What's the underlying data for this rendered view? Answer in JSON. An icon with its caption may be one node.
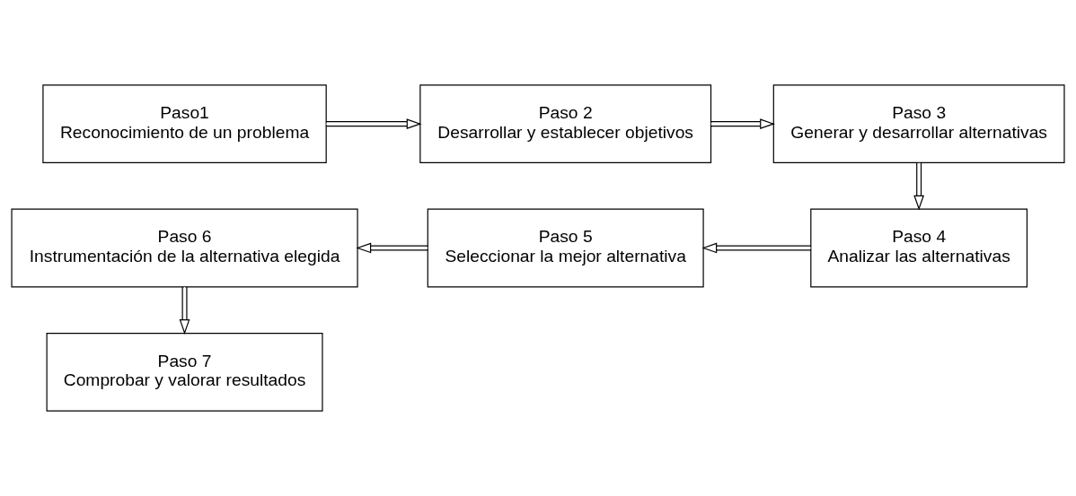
{
  "diagram": {
    "nodes": [
      {
        "text": [
          "Paso1",
          "Reconocimiento de un problema"
        ]
      },
      {
        "text": [
          "Paso 2",
          "Desarrollar y establecer objetivos"
        ]
      },
      {
        "text": [
          "Paso 3",
          "Generar y desarrollar alternativas"
        ]
      },
      {
        "text": [
          "Paso 4",
          "Analizar las alternativas"
        ]
      },
      {
        "text": [
          "Paso 5",
          "Seleccionar la mejor alternativa"
        ]
      },
      {
        "text": [
          "Paso 6",
          "Instrumentación de la alternativa elegida"
        ]
      },
      {
        "text": [
          "Paso 7",
          "Comprobar y valorar resultados"
        ]
      }
    ],
    "edges": [
      {
        "from": 0,
        "to": 1,
        "arrow": "to"
      },
      {
        "from": 1,
        "to": 2,
        "arrow": "to"
      },
      {
        "from": 2,
        "to": 3,
        "arrow": "to"
      },
      {
        "from": 3,
        "to": 4,
        "arrow": "to"
      },
      {
        "from": 4,
        "to": 5,
        "arrow": "to"
      },
      {
        "from": 5,
        "to": 6,
        "arrow": "to"
      }
    ]
  }
}
